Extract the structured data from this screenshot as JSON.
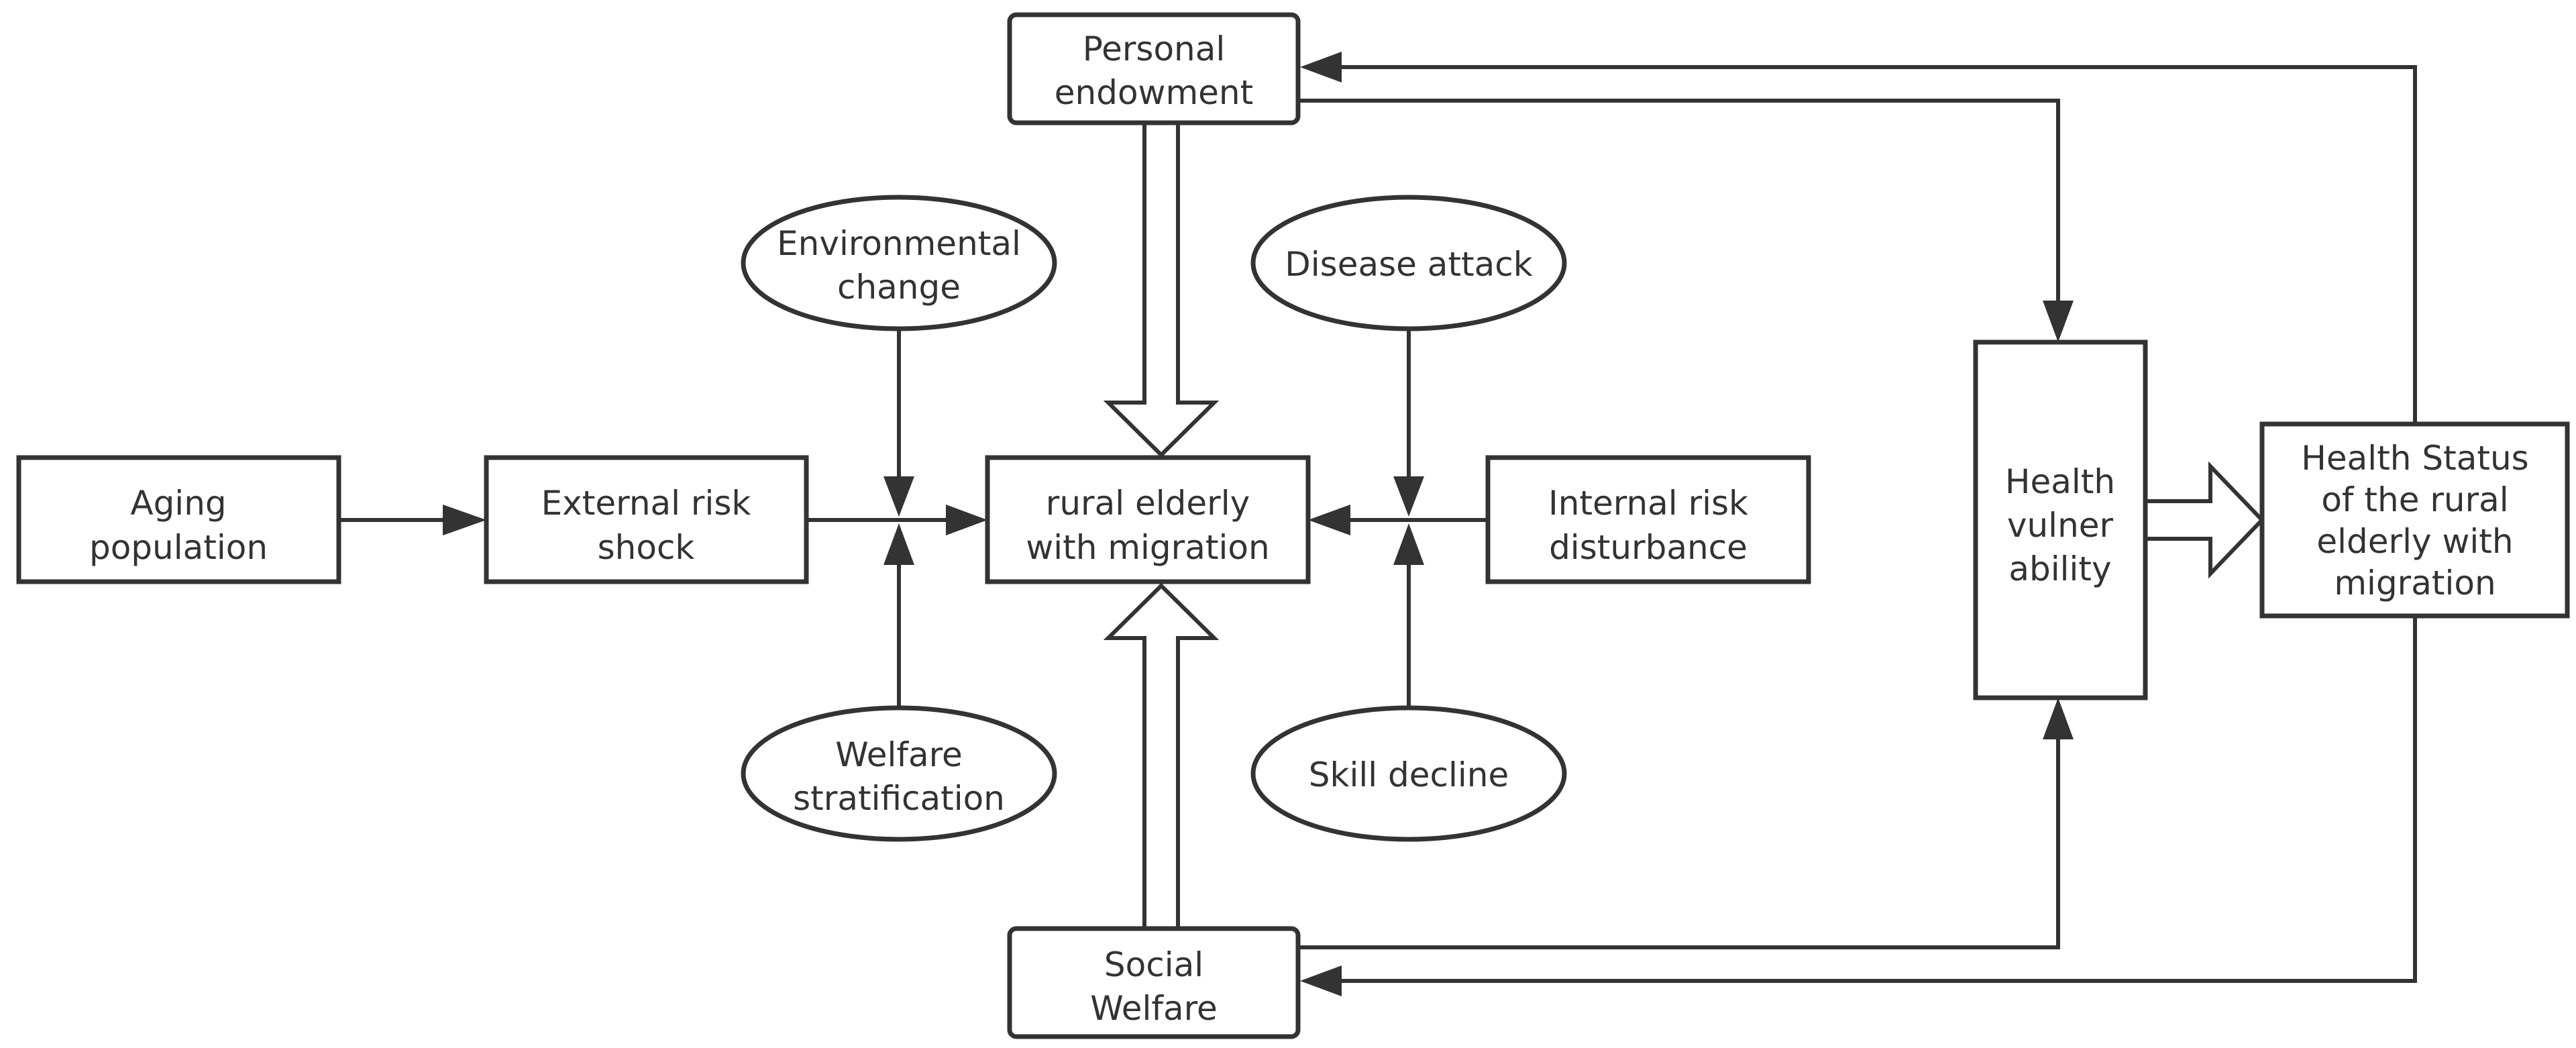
{
  "nodes": {
    "aging_population": {
      "line1": "Aging",
      "line2": "population"
    },
    "external_risk_shock": {
      "line1": "External risk",
      "line2": "shock"
    },
    "rural_elderly": {
      "line1": "rural elderly",
      "line2": "with migration"
    },
    "internal_risk_disturbance": {
      "line1": "Internal risk",
      "line2": "disturbance"
    },
    "personal_endowment": {
      "line1": "Personal",
      "line2": "endowment"
    },
    "social_welfare": {
      "line1": "Social",
      "line2": "Welfare"
    },
    "environmental_change": {
      "line1": "Environmental",
      "line2": "change"
    },
    "welfare_stratification": {
      "line1": "Welfare",
      "line2": "stratification"
    },
    "disease_attack": {
      "line1": "Disease attack"
    },
    "skill_decline": {
      "line1": "Skill decline"
    },
    "health_vulnerability": {
      "line1": "Health",
      "line2": "vulner",
      "line3": "ability"
    },
    "health_status": {
      "line1": "Health Status",
      "line2": "of the rural",
      "line3": "elderly with",
      "line4": "migration"
    }
  },
  "colors": {
    "stroke": "#333333",
    "background": "#ffffff"
  }
}
